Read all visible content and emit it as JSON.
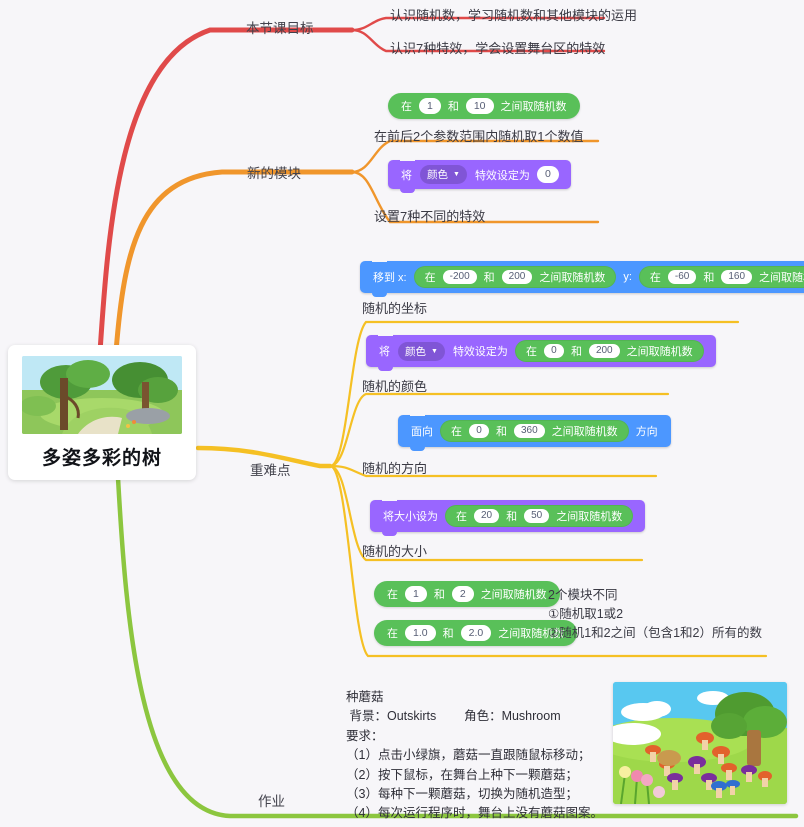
{
  "central": {
    "title": "多姿多彩的树",
    "image_name": "forest-tree-scene"
  },
  "branches": [
    {
      "id": "objectives",
      "label": "本节课目标",
      "color": "#e04a4a",
      "leaves": [
        "认识随机数，学习随机数和其他模块的运用",
        "认识7种特效，学会设置舞台区的特效"
      ]
    },
    {
      "id": "new-blocks",
      "label": "新的模块",
      "color": "#f0962c",
      "leaves": [
        "在前后2个参数范围内随机取1个数值",
        "设置7种不同的特效"
      ]
    },
    {
      "id": "key-points",
      "label": "重难点",
      "color": "#f5c024",
      "leaves": [
        "随机的坐标",
        "随机的颜色",
        "随机的方向",
        "随机的大小"
      ]
    },
    {
      "id": "homework",
      "label": "作业",
      "color": "#8cc63f",
      "leaves": []
    }
  ],
  "blocks": {
    "random_1_10": {
      "prefix": "在",
      "a": "1",
      "mid": "和",
      "b": "10",
      "suffix": "之间取随机数"
    },
    "set_color_effect": {
      "prefix": "将",
      "dropdown": "颜色",
      "mid": "特效设定为",
      "value": "0"
    },
    "goto_xy_random": {
      "prefix": "移到 x:",
      "x_random": {
        "prefix": "在",
        "a": "-200",
        "mid": "和",
        "b": "200",
        "suffix": "之间取随机数"
      },
      "y_label": "y:",
      "y_random": {
        "prefix": "在",
        "a": "-60",
        "mid": "和",
        "b": "160",
        "suffix": "之间取随机数"
      }
    },
    "set_color_effect_random": {
      "prefix": "将",
      "dropdown": "颜色",
      "mid": "特效设定为",
      "random": {
        "prefix": "在",
        "a": "0",
        "mid": "和",
        "b": "200",
        "suffix": "之间取随机数"
      }
    },
    "point_direction_random": {
      "prefix": "面向",
      "random": {
        "prefix": "在",
        "a": "0",
        "mid": "和",
        "b": "360",
        "suffix": "之间取随机数"
      },
      "suffix": "方向"
    },
    "set_size_random": {
      "prefix": "将大小设为",
      "random": {
        "prefix": "在",
        "a": "20",
        "mid": "和",
        "b": "50",
        "suffix": "之间取随机数"
      }
    },
    "random_int_1_2": {
      "prefix": "在",
      "a": "1",
      "mid": "和",
      "b": "2",
      "suffix": "之间取随机数"
    },
    "random_float_1_2": {
      "prefix": "在",
      "a": "1.0",
      "mid": "和",
      "b": "2.0",
      "suffix": "之间取随机数"
    }
  },
  "annotations": {
    "compare_note": "2个模块不同\n①随机取1或2\n②随机1和2之间（包含1和2）所有的数"
  },
  "homework": {
    "text": "种蘑菇\n 背景：Outskirts        角色：Mushroom\n要求：\n（1）点击小绿旗，蘑菇一直跟随鼠标移动；\n（2）按下鼠标，在舞台上种下一颗蘑菇；\n（3）每种下一颗蘑菇，切换为随机造型；\n（4）每次运行程序时，舞台上没有蘑菇图案。",
    "image_name": "mushroom-field-scene"
  }
}
